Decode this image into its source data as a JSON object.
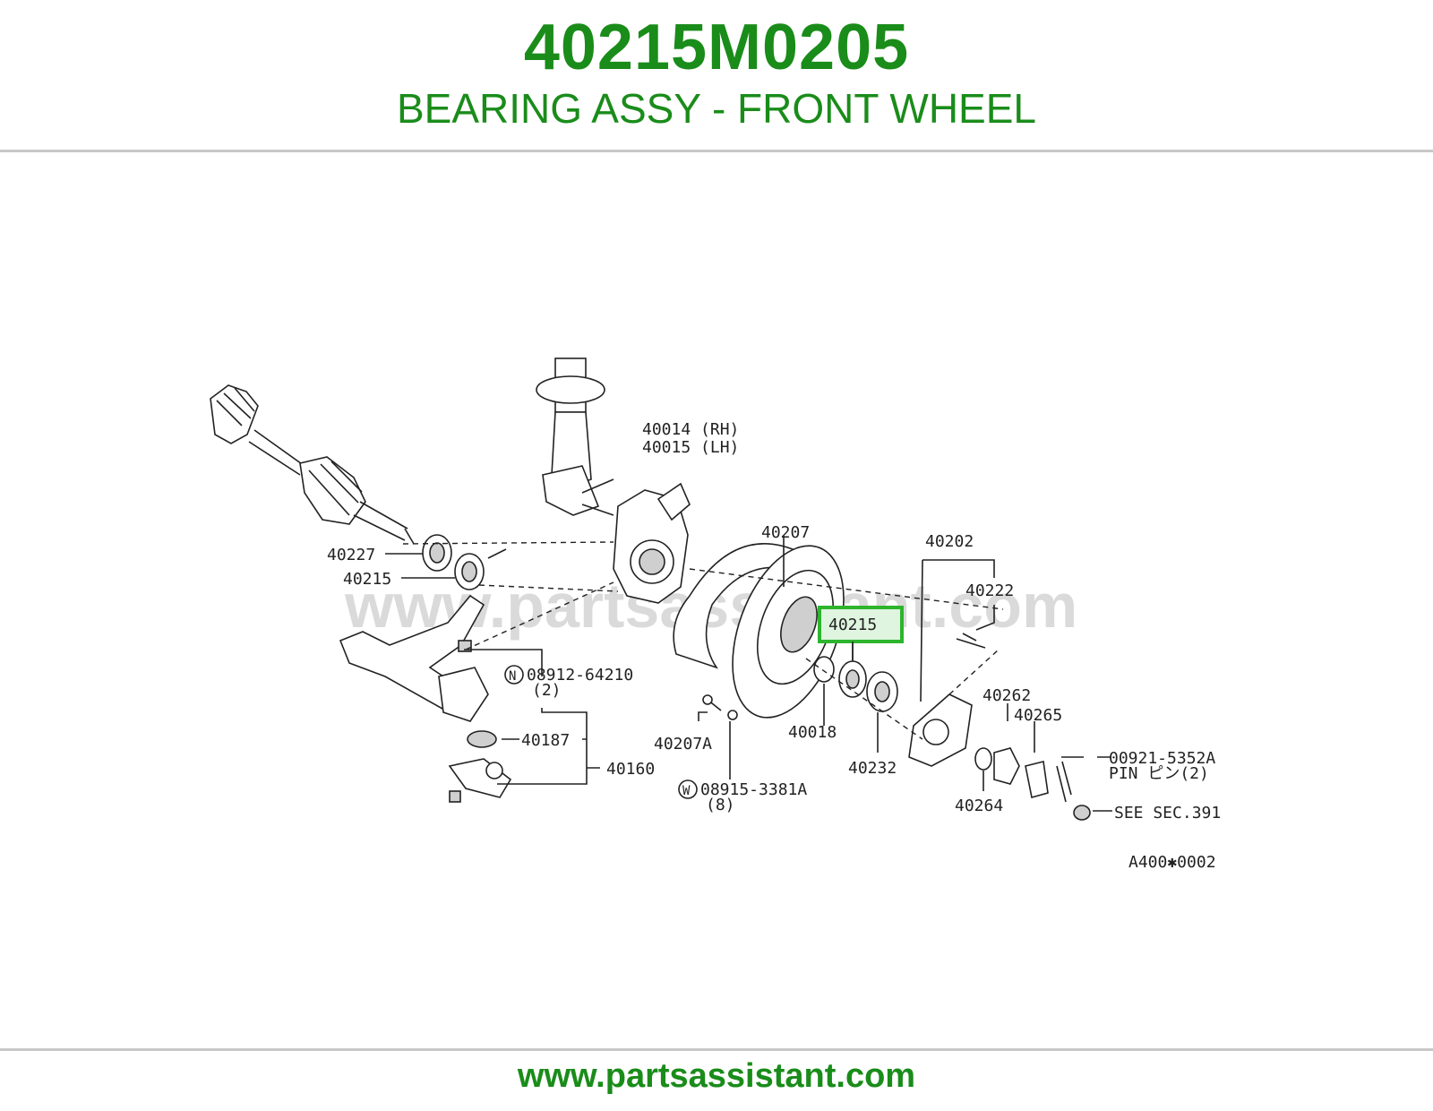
{
  "header": {
    "part_number": "40215M0205",
    "part_name": "BEARING ASSY - FRONT WHEEL"
  },
  "diagram": {
    "watermark": "www.partsassistant.com",
    "highlight_color": "#2db52d",
    "callouts": {
      "knuckle_rh": "40014 (RH)",
      "knuckle_lh": "40015 (LH)",
      "c40227": "40227",
      "c40215_left": "40215",
      "c40207": "40207",
      "c40202": "40202",
      "c40222": "40222",
      "c40215_highlight": "40215",
      "c40018": "40018",
      "c40232": "40232",
      "c40262": "40262",
      "c40265": "40265",
      "c40264": "40264",
      "nut_n": "N",
      "nut_n_part": "08912-64210",
      "nut_n_qty": "(2)",
      "c40187": "40187",
      "c40160": "40160",
      "c40207a": "40207A",
      "washer_w": "W",
      "washer_w_part": "08915-3381A",
      "washer_w_qty": "(8)",
      "pin_part": "00921-5352A",
      "pin_label": "PIN ピン(2)",
      "see_sec": "SEE SEC.391",
      "drawing_code": "A400✱0002"
    }
  },
  "footer": {
    "url": "www.partsassistant.com"
  }
}
